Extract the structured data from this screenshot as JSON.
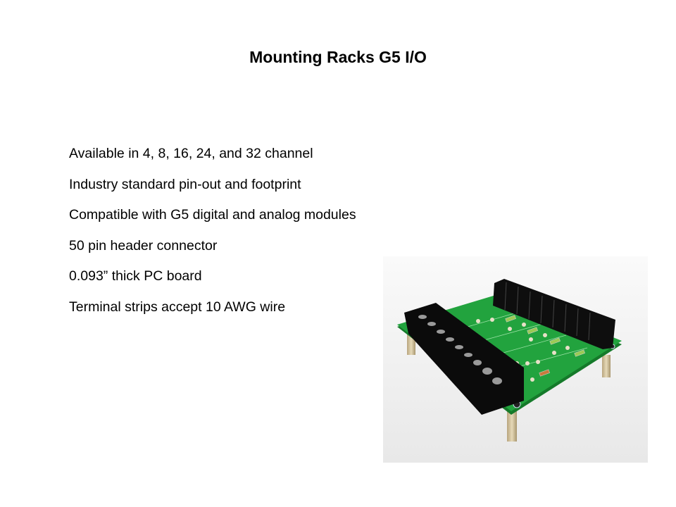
{
  "slide": {
    "title": "Mounting Racks G5 I/O",
    "bullets": [
      "Available in 4, 8, 16, 24, and 32 channel",
      "Industry standard pin-out and footprint",
      "Compatible with G5 digital and analog modules",
      "50 pin header connector",
      "0.093” thick PC board",
      "Terminal strips accept 10 AWG wire"
    ],
    "image": {
      "subject": "mounting-rack-pcb-photo"
    },
    "colors": {
      "board": "#1f9a3a",
      "terminal": "#111111",
      "background": "#ffffff"
    }
  }
}
